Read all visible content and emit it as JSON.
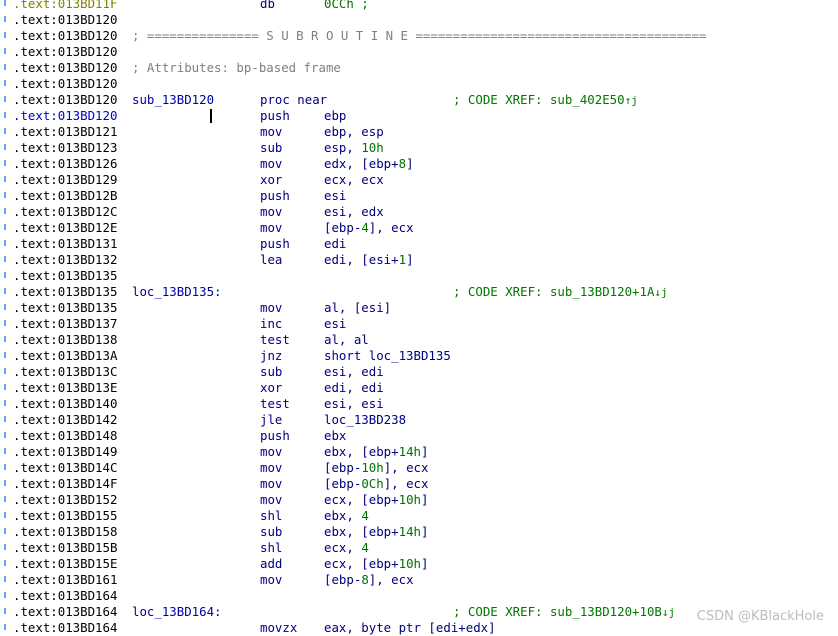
{
  "watermark": "CSDN @KBlackHole",
  "lines": [
    {
      "addr": ".text:013BD11F",
      "addr_style": "olive",
      "mnem": "db",
      "ops": "0CCh ;",
      "ops_color": "#007000"
    },
    {
      "addr": ".text:013BD120"
    },
    {
      "addr": ".text:013BD120",
      "comment": "; =============== S U B R O U T I N E ======================================="
    },
    {
      "addr": ".text:013BD120"
    },
    {
      "addr": ".text:013BD120",
      "comment": "; Attributes: bp-based frame"
    },
    {
      "addr": ".text:013BD120"
    },
    {
      "addr": ".text:013BD120",
      "label": "sub_13BD120",
      "mnem": "proc near",
      "xref": "; CODE XREF: sub_402E50",
      "arrow": "↑j"
    },
    {
      "addr": ".text:013BD120",
      "addr_style": "hl",
      "cursor": true,
      "mnem": "push",
      "ops": "ebp"
    },
    {
      "addr": ".text:013BD121",
      "mnem": "mov",
      "ops": "ebp, esp"
    },
    {
      "addr": ".text:013BD123",
      "mnem": "sub",
      "ops": "esp, ",
      "num": "10h"
    },
    {
      "addr": ".text:013BD126",
      "mnem": "mov",
      "ops": "edx, [ebp+",
      "num": "8",
      "tail": "]"
    },
    {
      "addr": ".text:013BD129",
      "mnem": "xor",
      "ops": "ecx, ecx"
    },
    {
      "addr": ".text:013BD12B",
      "mnem": "push",
      "ops": "esi"
    },
    {
      "addr": ".text:013BD12C",
      "mnem": "mov",
      "ops": "esi, edx"
    },
    {
      "addr": ".text:013BD12E",
      "mnem": "mov",
      "ops": "[ebp-",
      "num": "4",
      "tail": "], ecx"
    },
    {
      "addr": ".text:013BD131",
      "mnem": "push",
      "ops": "edi"
    },
    {
      "addr": ".text:013BD132",
      "mnem": "lea",
      "ops": "edi, [esi+",
      "num": "1",
      "tail": "]"
    },
    {
      "addr": ".text:013BD135"
    },
    {
      "addr": ".text:013BD135",
      "label": "loc_13BD135:",
      "xref": "; CODE XREF: sub_13BD120+1A",
      "arrow": "↓j"
    },
    {
      "addr": ".text:013BD135",
      "mnem": "mov",
      "ops": "al, [esi]"
    },
    {
      "addr": ".text:013BD137",
      "mnem": "inc",
      "ops": "esi"
    },
    {
      "addr": ".text:013BD138",
      "mnem": "test",
      "ops": "al, al"
    },
    {
      "addr": ".text:013BD13A",
      "mnem": "jnz",
      "ops": "short loc_13BD135"
    },
    {
      "addr": ".text:013BD13C",
      "mnem": "sub",
      "ops": "esi, edi"
    },
    {
      "addr": ".text:013BD13E",
      "mnem": "xor",
      "ops": "edi, edi"
    },
    {
      "addr": ".text:013BD140",
      "mnem": "test",
      "ops": "esi, esi"
    },
    {
      "addr": ".text:013BD142",
      "mnem": "jle",
      "ops": "loc_13BD238"
    },
    {
      "addr": ".text:013BD148",
      "mnem": "push",
      "ops": "ebx"
    },
    {
      "addr": ".text:013BD149",
      "mnem": "mov",
      "ops": "ebx, [ebp+",
      "num": "14h",
      "tail": "]"
    },
    {
      "addr": ".text:013BD14C",
      "mnem": "mov",
      "ops": "[ebp-",
      "num": "10h",
      "tail": "], ecx"
    },
    {
      "addr": ".text:013BD14F",
      "mnem": "mov",
      "ops": "[ebp-",
      "num": "0Ch",
      "tail": "], ecx"
    },
    {
      "addr": ".text:013BD152",
      "mnem": "mov",
      "ops": "ecx, [ebp+",
      "num": "10h",
      "tail": "]"
    },
    {
      "addr": ".text:013BD155",
      "mnem": "shl",
      "ops": "ebx, ",
      "num": "4"
    },
    {
      "addr": ".text:013BD158",
      "mnem": "sub",
      "ops": "ebx, [ebp+",
      "num": "14h",
      "tail": "]"
    },
    {
      "addr": ".text:013BD15B",
      "mnem": "shl",
      "ops": "ecx, ",
      "num": "4"
    },
    {
      "addr": ".text:013BD15E",
      "mnem": "add",
      "ops": "ecx, [ebp+",
      "num": "10h",
      "tail": "]"
    },
    {
      "addr": ".text:013BD161",
      "mnem": "mov",
      "ops": "[ebp-",
      "num": "8",
      "tail": "], ecx"
    },
    {
      "addr": ".text:013BD164"
    },
    {
      "addr": ".text:013BD164",
      "label": "loc_13BD164:",
      "xref": "; CODE XREF: sub_13BD120+10B",
      "arrow": "↓j"
    },
    {
      "addr": ".text:013BD164",
      "mnem": "movzx",
      "ops": "eax, byte ptr [edi+edx]"
    }
  ]
}
